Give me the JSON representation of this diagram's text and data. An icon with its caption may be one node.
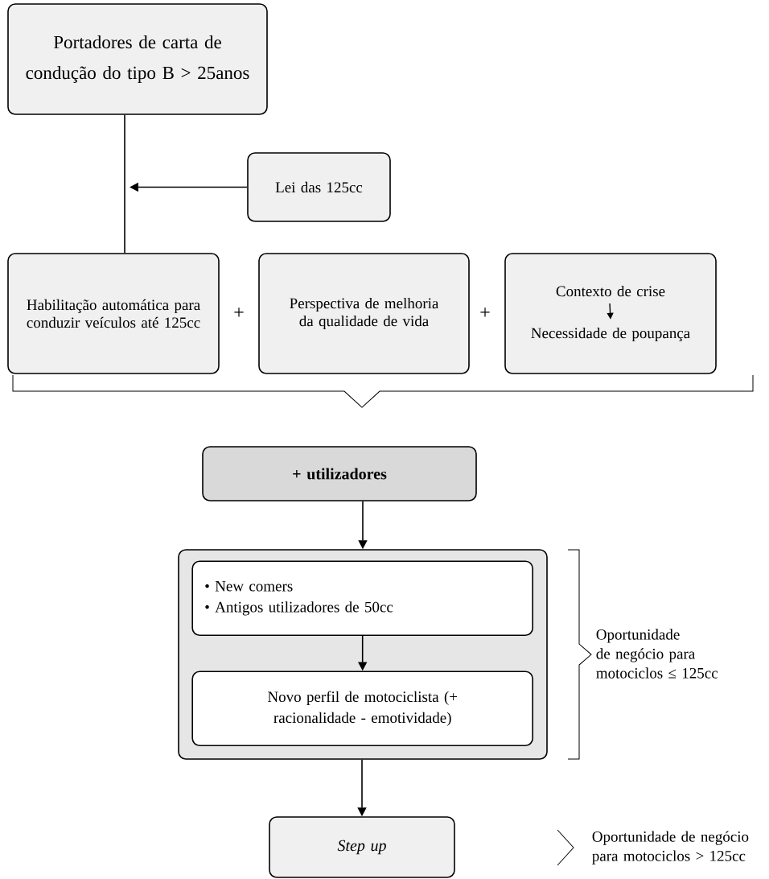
{
  "diagram": {
    "nodes": [
      {
        "text": [
          "Portadores de carta de condução do tipo B > 25anos"
        ]
      },
      {
        "text": [
          "Lei das 125cc"
        ]
      },
      {
        "text": [
          "Habilitação automática para conduzir veículos até 125cc"
        ]
      },
      {
        "text": [
          "Perspectiva de melhoria da qualidade de vida"
        ]
      },
      {
        "text": [
          "Contexto de crise",
          "Necessidade de poupança"
        ]
      },
      {
        "text": [
          "+ utilizadores"
        ]
      },
      {
        "text": [],
        "shape": "box"
      },
      {
        "text": [
          "• New comers",
          "• Antigos utilizadores de 50cc"
        ],
        "in": 6
      },
      {
        "text": [
          "Novo perfil de motociclista (+ racionalidade  - emotividade)"
        ],
        "in": 6
      },
      {
        "text": [
          "Step up"
        ]
      }
    ],
    "edges": [
      {
        "from": 0,
        "to": 2,
        "arrow": "none"
      },
      {
        "from": 1,
        "to": null,
        "arrow": "to"
      },
      {
        "from": 5,
        "to": 6,
        "arrow": "to"
      },
      {
        "from": 7,
        "to": 8,
        "arrow": "to"
      },
      {
        "from": 6,
        "to": 9,
        "arrow": "to"
      }
    ],
    "labels": [
      "+",
      "+",
      "Oportunidade de negócio para motociclos ≤ 125cc",
      "Oportunidade de negócio para motociclos > 125cc"
    ]
  }
}
